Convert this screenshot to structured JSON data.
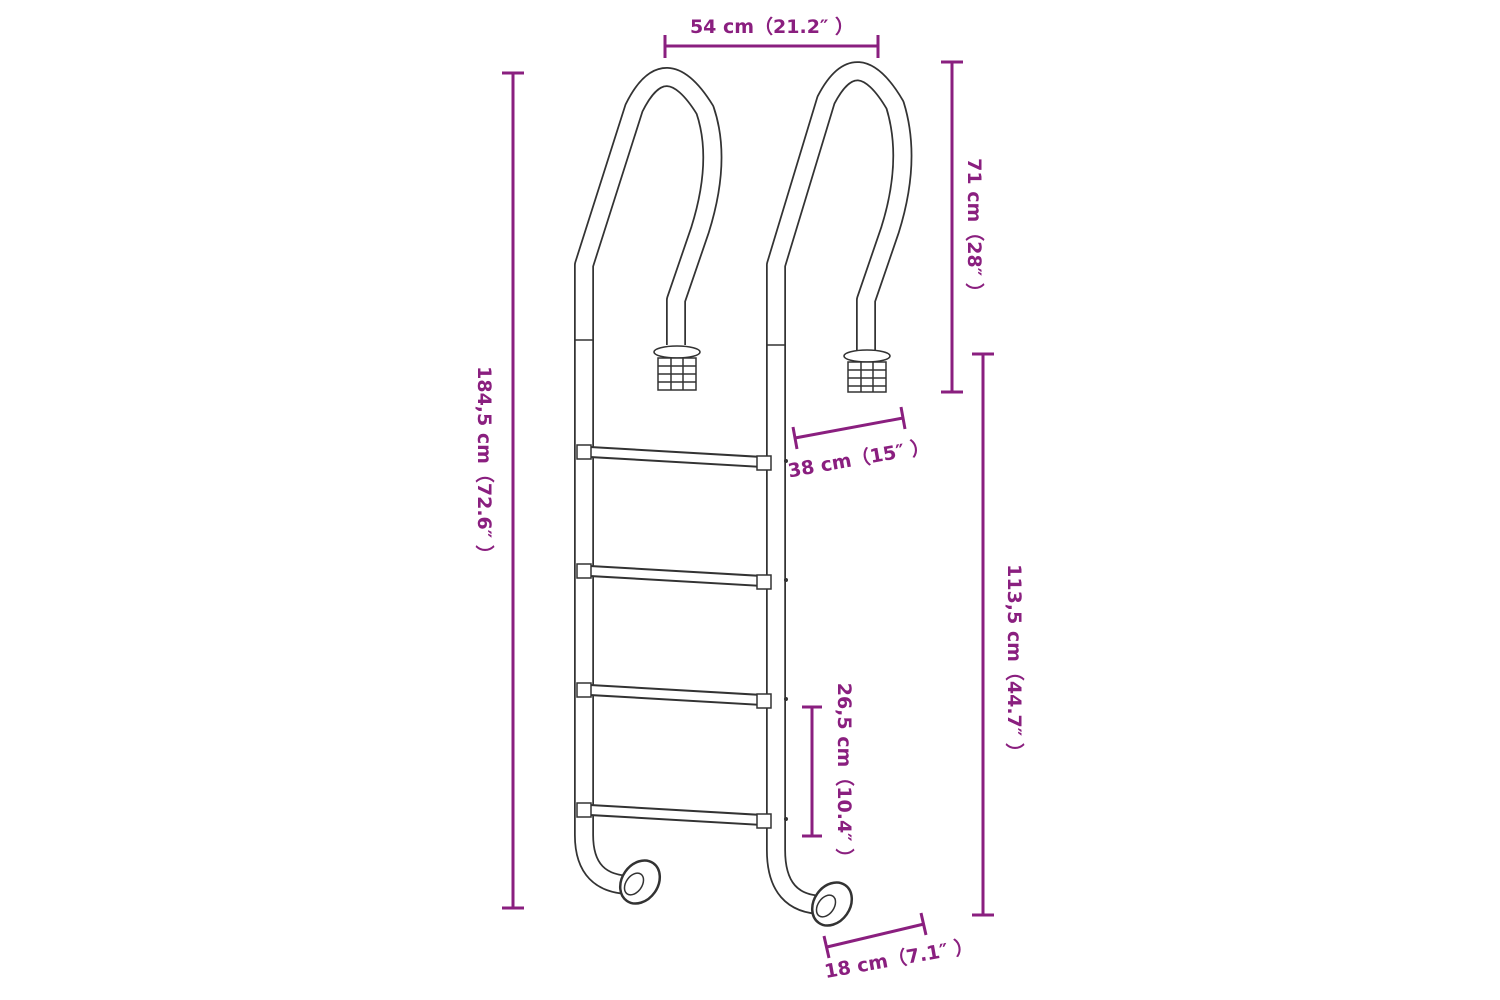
{
  "title": "Pool ladder dimensions",
  "accent_color": "#8a1f7f",
  "dimensions": {
    "top_width": "54 cm（21.2″ ）",
    "total_height": "184,5 cm（72.6″ ）",
    "handle_height": "71 cm（28″ ）",
    "lower_height": "113,5 cm（44.7″ ）",
    "step_width": "38 cm（15″ ）",
    "step_spacing": "26,5 cm（10.4″ ）",
    "foot_depth": "18 cm（7.1″ ）"
  },
  "steps_count": 4
}
